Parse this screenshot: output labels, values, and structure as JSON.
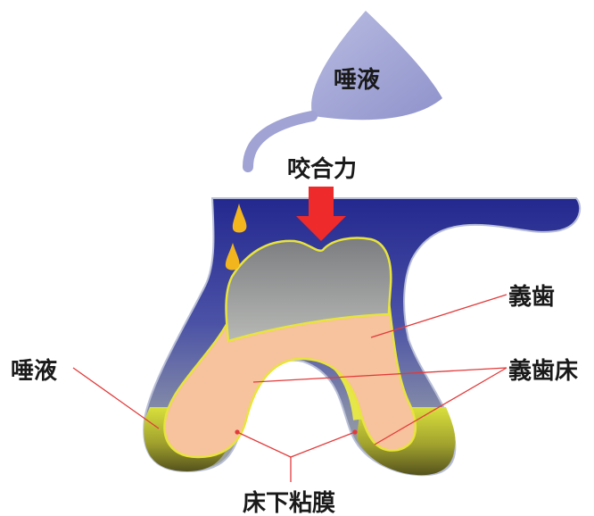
{
  "labels": {
    "saliva_top": "唾液",
    "bite_force": "咬合力",
    "artificial_tooth": "義歯",
    "saliva_left": "唾液",
    "denture_base": "義歯床",
    "mucosa": "床下粘膜"
  },
  "colors": {
    "background_top": "#2b2f96",
    "background_bottom": "#9fa6a8",
    "saliva_bag": "#a8acd9",
    "arrow": "#ee2a2a",
    "tooth_crown": "#8e8f92",
    "denture_base": "#f7c29e",
    "mucosa": "#d6dd3a",
    "mucosa_dark": "#5d5a1c",
    "drop": "#f3b51d",
    "leader_line": "#e23a3a"
  }
}
